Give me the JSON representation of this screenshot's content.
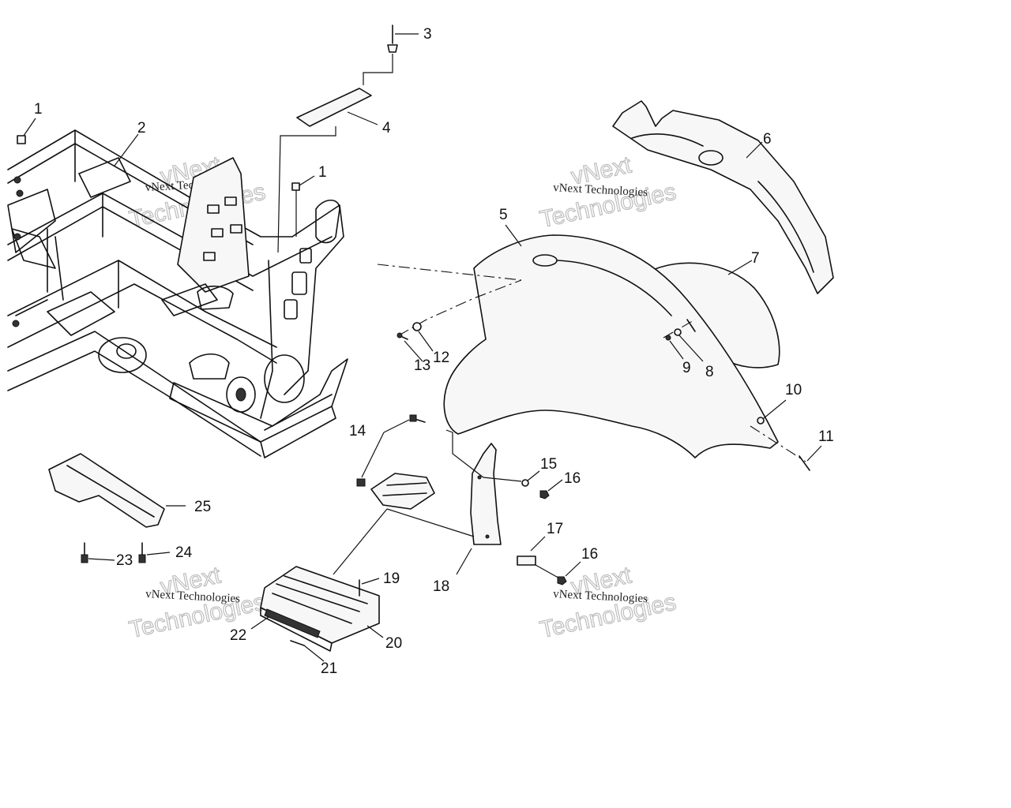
{
  "callouts": [
    "1",
    "2",
    "3",
    "4",
    "1",
    "5",
    "6",
    "7",
    "8",
    "9",
    "10",
    "11",
    "12",
    "13",
    "14",
    "15",
    "16",
    "16",
    "17",
    "18",
    "19",
    "20",
    "21",
    "22",
    "23",
    "24",
    "25"
  ],
  "watermark": {
    "line1": "vNext Technologies",
    "big": "Technologies",
    "small": "vNext"
  }
}
